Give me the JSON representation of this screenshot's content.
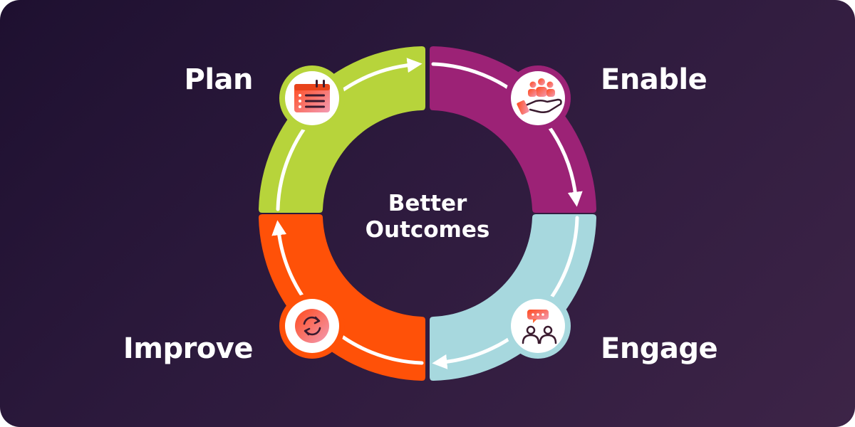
{
  "diagram": {
    "center": {
      "line1": "Better",
      "line2": "Outcomes"
    },
    "stages": [
      {
        "key": "plan",
        "label": "Plan",
        "color": "#b7d43b",
        "icon": "calendar-list-icon"
      },
      {
        "key": "enable",
        "label": "Enable",
        "color": "#9c2276",
        "icon": "hand-team-icon"
      },
      {
        "key": "engage",
        "label": "Engage",
        "color": "#a7d8de",
        "icon": "people-chat-icon"
      },
      {
        "key": "improve",
        "label": "Improve",
        "color": "#ff5108",
        "icon": "refresh-cycle-icon"
      }
    ]
  },
  "colors": {
    "background_start": "#1e1030",
    "background_end": "#3d2447",
    "arrow": "#ffffff",
    "icon_gradient_start": "#ff4a1c",
    "icon_gradient_end": "#f39bb4"
  }
}
